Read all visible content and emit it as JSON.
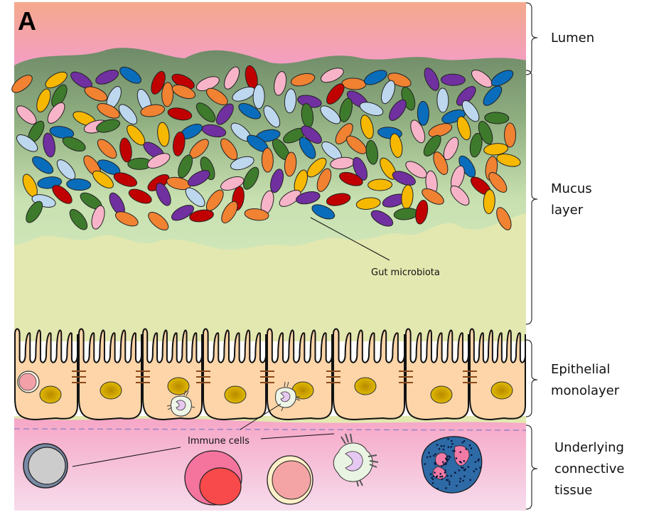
{
  "panel_letter": "A",
  "layers": [
    {
      "id": "lumen",
      "label_lines": [
        "Lumen"
      ]
    },
    {
      "id": "mucus",
      "label_lines": [
        "Mucus",
        "layer"
      ]
    },
    {
      "id": "epithelium",
      "label_lines": [
        "Epithelial",
        "monolayer"
      ]
    },
    {
      "id": "connective",
      "label_lines": [
        "Underlying",
        "connective",
        "tissue"
      ]
    }
  ],
  "annotations": {
    "microbiota": "Gut microbiota",
    "immune": "Immune cells"
  },
  "colors": {
    "lumen_top": "#f4a98c",
    "lumen_bottom": "#f39ad8",
    "mucus_dense": "#6f8a68",
    "mucus_light": "#e3e8b0",
    "cell_fill": "#fdd5a8",
    "nucleus": "#c9a100",
    "tissue_top": "#f6a6c6",
    "tissue_bottom": "#f6dcec",
    "bacteria": [
      "#3e7a2c",
      "#f08232",
      "#f7b4c8",
      "#0a6dbc",
      "#c00000",
      "#7030a0",
      "#f6b800",
      "#bdd7ee"
    ]
  }
}
